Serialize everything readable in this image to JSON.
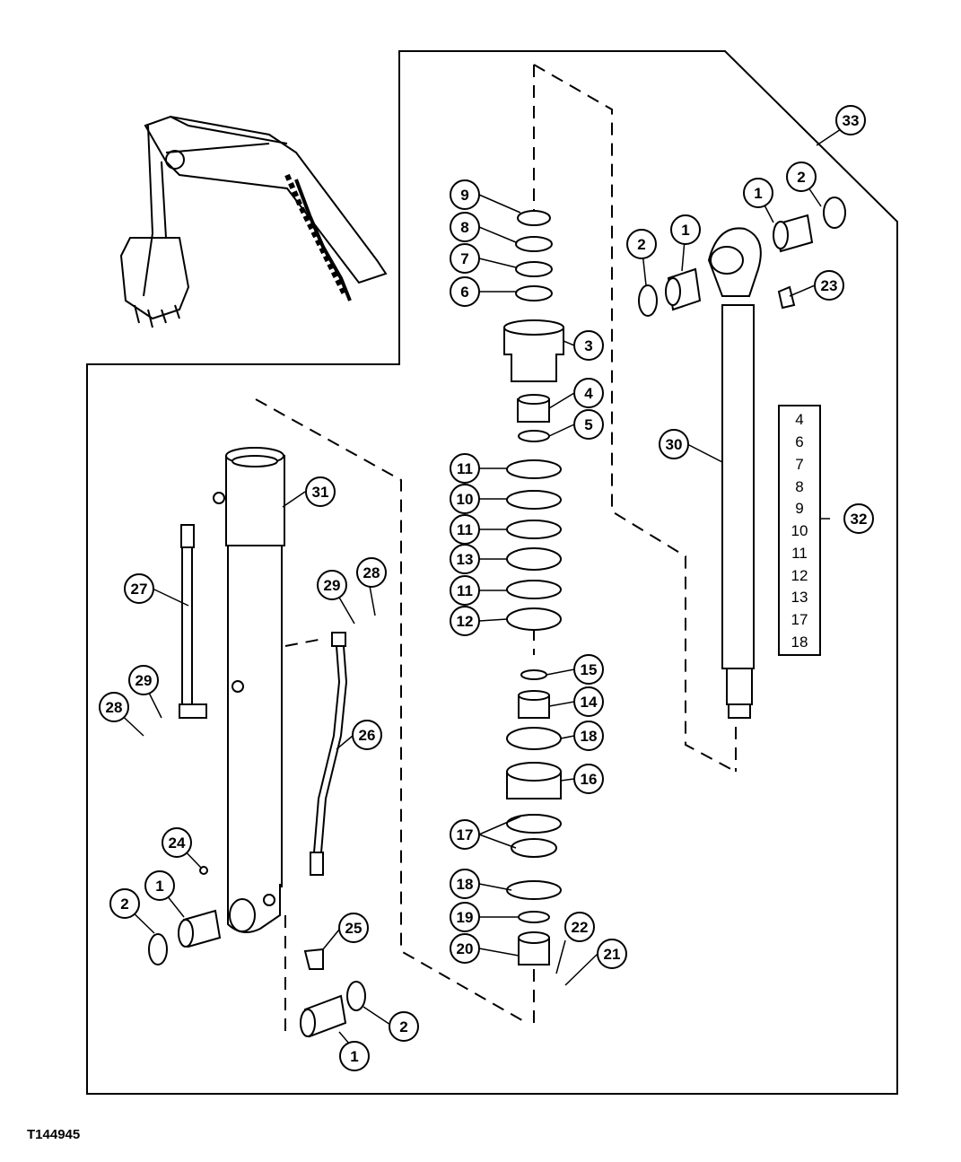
{
  "figure_id": "T144945",
  "callouts": [
    "1",
    "2",
    "3",
    "4",
    "5",
    "6",
    "7",
    "8",
    "9",
    "10",
    "11",
    "12",
    "13",
    "14",
    "15",
    "16",
    "17",
    "18",
    "19",
    "20",
    "21",
    "22",
    "23",
    "24",
    "25",
    "26",
    "27",
    "28",
    "29",
    "30",
    "31",
    "32",
    "33"
  ],
  "kit_parts": [
    "4",
    "6",
    "7",
    "8",
    "9",
    "10",
    "11",
    "12",
    "13",
    "17",
    "18"
  ]
}
